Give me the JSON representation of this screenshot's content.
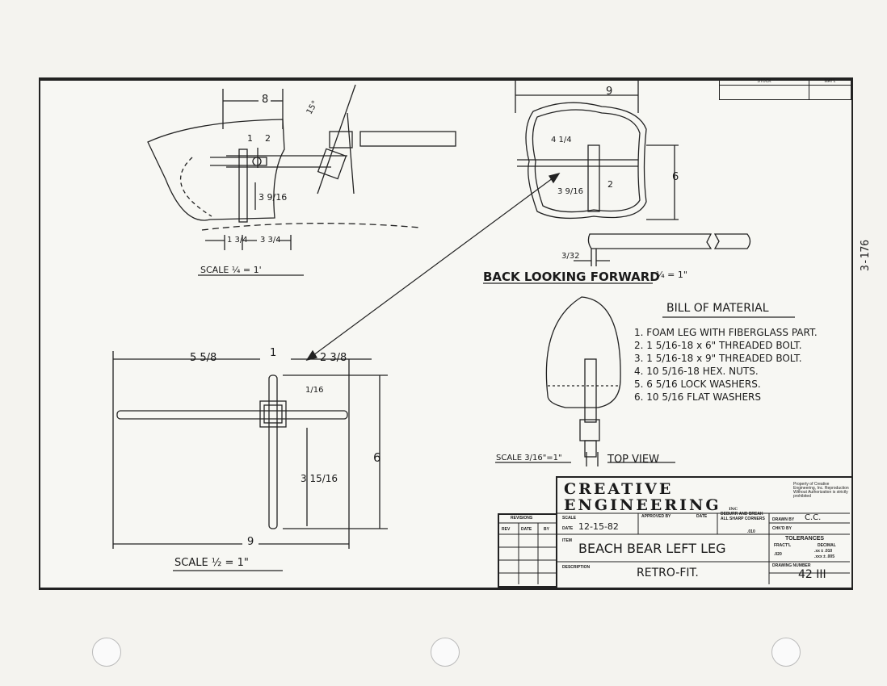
{
  "side_code": "3-176",
  "stock_table": {
    "col1": "STOCK",
    "col2": "MAT'L"
  },
  "views": {
    "side_scale": "SCALE ¼ = 1'",
    "back_title": "BACK LOOKING FORWARD",
    "back_scale": "¼ = 1\"",
    "top_scale": "SCALE 3/16\"=1\"",
    "top_title": "TOP VIEW",
    "detail_scale": "SCALE ½ = 1\""
  },
  "dimensions": {
    "side": {
      "a": "8",
      "angle": "15°",
      "b": "1",
      "c": "2",
      "d": "3 9/16",
      "e": "1 3/4",
      "f": "3 3/4"
    },
    "back": {
      "w": "9",
      "a": "4 1/4",
      "b": "3 9/16",
      "c": "2",
      "h": "6",
      "g": "3/32"
    },
    "detail": {
      "a": "5 5/8",
      "b": "1",
      "c": "2 3/8",
      "d": "1/16",
      "e": "6",
      "f": "3 15/16",
      "g": "9"
    }
  },
  "bill_of_material": {
    "heading": "BILL OF MATERIAL",
    "items": [
      "1. FOAM LEG WITH FIBERGLASS PART.",
      "2. 1 5/16-18 x 6\" THREADED BOLT.",
      "3. 1 5/16-18 x 9\" THREADED BOLT.",
      "4. 10 5/16-18 HEX. NUTS.",
      "5. 6 5/16 LOCK WASHERS.",
      "6. 10 5/16 FLAT WASHERS"
    ]
  },
  "title_block": {
    "logo_line1": "CREATIVE",
    "logo_line2": "ENGINEERING",
    "logo_inc": "INC",
    "property_notice": "Property of Creative Engineering, Inc. Reproduction Without Authorization is strictly prohibited",
    "revisions": "REVISIONS",
    "rev": "REV",
    "date": "DATE",
    "by": "BY",
    "scale_label": "SCALE",
    "approved_by": "APPROVED BY",
    "date_label": "DATE",
    "deburr": "DEBURR AND BREAK ALL SHARP CORNERS",
    "deburr_val": ".010",
    "drawn_by_label": "DRAWN BY",
    "drawn_by": "C.C.",
    "chkd_by": "CHK'D BY",
    "date_value": "12-15-82",
    "item_label": "ITEM",
    "item": "BEACH BEAR LEFT LEG",
    "tolerances": "TOLERANCES",
    "fract": "FRACT'L",
    "decimal": "DECIMAL",
    "fract_val": ".020",
    "dec_val1": ".xx ± .010",
    "dec_val2": ".xxx ± .005",
    "description_label": "DESCRIPTION",
    "description": "RETRO-FIT.",
    "drawing_number_label": "DRAWING NUMBER",
    "drawing_number": "42 III"
  }
}
